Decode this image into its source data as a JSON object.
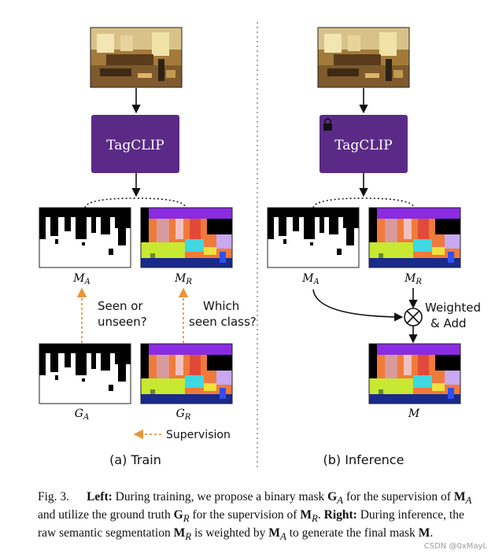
{
  "colors": {
    "tagclip_fill": "#5b2a86",
    "supervision_arrow": "#e8963c",
    "divider": "#888888"
  },
  "train": {
    "block_label": "TagCLIP",
    "mask_a_label": "M",
    "mask_a_sub": "A",
    "mask_r_label": "M",
    "mask_r_sub": "R",
    "gt_a_label": "G",
    "gt_a_sub": "A",
    "gt_r_label": "G",
    "gt_r_sub": "R",
    "question_left_line1": "Seen or",
    "question_left_line2": "unseen?",
    "question_right_line1": "Which",
    "question_right_line2": "seen class?",
    "legend_supervision": "Supervision",
    "panel_label": "(a) Train"
  },
  "inference": {
    "block_label": "TagCLIP",
    "lock_icon": "lock-icon",
    "mask_a_label": "M",
    "mask_a_sub": "A",
    "mask_r_label": "M",
    "mask_r_sub": "R",
    "weighted_line1": "Weighted",
    "weighted_line2": "& Add",
    "output_label": "M",
    "panel_label": "(b) Inference"
  },
  "caption": {
    "fig": "Fig. 3.",
    "left_bold": "Left:",
    "text1": " During training, we propose a binary mask ",
    "ga": "G",
    "ga_sub": "A",
    "text2": " for the supervision of ",
    "ma": "M",
    "ma_sub": "A",
    "text3": " and utilize the ground truth ",
    "gr": "G",
    "gr_sub": "R",
    "text4": " for the supervision of ",
    "mr": "M",
    "mr_sub": "R",
    "text5": ". ",
    "right_bold": "Right:",
    "text6": " During inference, the raw semantic segmentation ",
    "mr2": "M",
    "mr2_sub": "R",
    "text7": " is weighted by ",
    "ma2": "M",
    "ma2_sub": "A",
    "text8": " to generate the final mask ",
    "m": "M",
    "text9": "."
  },
  "watermark": "CSDN @0xMayL"
}
